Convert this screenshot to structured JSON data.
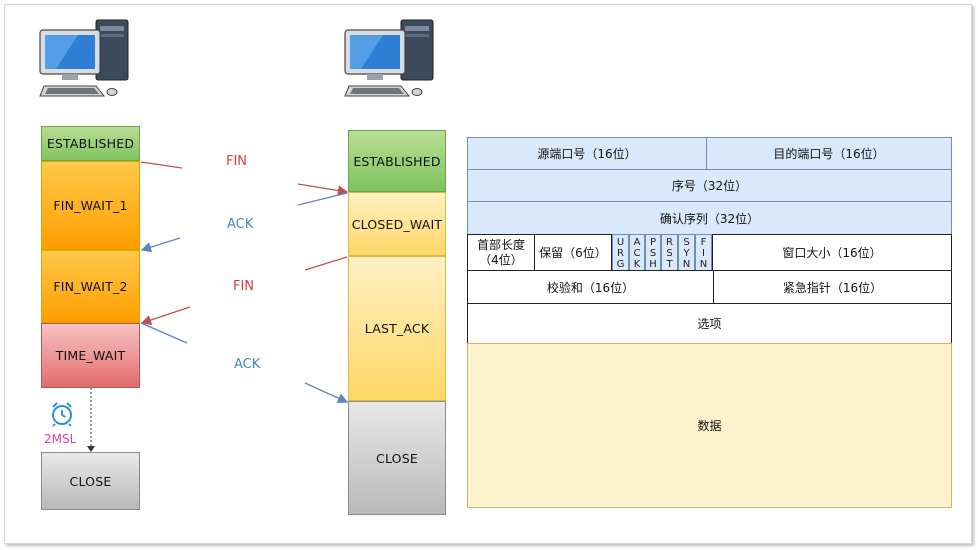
{
  "client": {
    "states": [
      "ESTABLISHED",
      "FIN_WAIT_1",
      "FIN_WAIT_2",
      "TIME_WAIT",
      "CLOSE"
    ],
    "timer_label": "2MSL",
    "timer_icon": "alarm-clock-icon",
    "computer_icon": "desktop-computer-icon"
  },
  "server": {
    "states": [
      "ESTABLISHED",
      "CLOSED_WAIT",
      "LAST_ACK",
      "CLOSE"
    ],
    "computer_icon": "desktop-computer-icon"
  },
  "messages": [
    {
      "label": "FIN",
      "color": "#d93b3b"
    },
    {
      "label": "ACK",
      "color": "#4a86c8"
    },
    {
      "label": "FIN",
      "color": "#d93b3b"
    },
    {
      "label": "ACK",
      "color": "#4a86c8"
    }
  ],
  "header": {
    "src_port": "源端口号（16位）",
    "dst_port": "目的端口号（16位）",
    "seq": "序号（32位）",
    "ack": "确认序列（32位）",
    "header_len": "首部长度（4位）",
    "reserved": "保留（6位）",
    "flags": [
      [
        "U",
        "R",
        "G"
      ],
      [
        "A",
        "C",
        "K"
      ],
      [
        "P",
        "S",
        "H"
      ],
      [
        "R",
        "S",
        "T"
      ],
      [
        "S",
        "Y",
        "N"
      ],
      [
        "F",
        "I",
        "N"
      ]
    ],
    "window": "窗口大小（16位）",
    "checksum": "校验和（16位）",
    "urgent": "紧急指针（16位）",
    "options": "选项",
    "data": "数据"
  },
  "colors": {
    "fin": "#d93b3b",
    "ack": "#4a86c8",
    "timer": "#e23ab5"
  }
}
